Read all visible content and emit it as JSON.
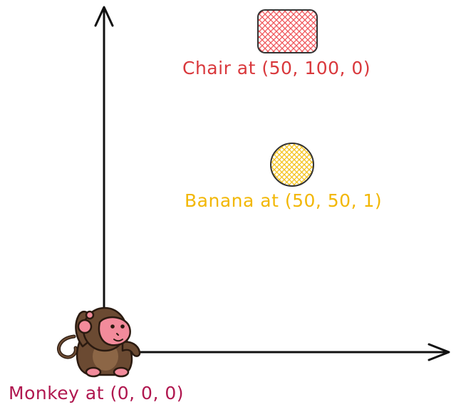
{
  "colors": {
    "background": "#ffffff",
    "axis": "#111111",
    "chair_fill": "#f0565a",
    "chair_label": "#d9383c",
    "banana_fill": "#f5c21b",
    "banana_label": "#f2b705",
    "monkey_fur": "#6b4a32",
    "monkey_face": "#f28b9b",
    "monkey_label": "#b0174f"
  },
  "objects": {
    "chair": {
      "icon": "chair-icon",
      "label": "Chair at (50, 100, 0)"
    },
    "banana": {
      "icon": "banana-icon",
      "label": "Banana at (50, 50, 1)"
    },
    "monkey": {
      "icon": "monkey-icon",
      "label": "Monkey at (0, 0, 0)"
    }
  }
}
